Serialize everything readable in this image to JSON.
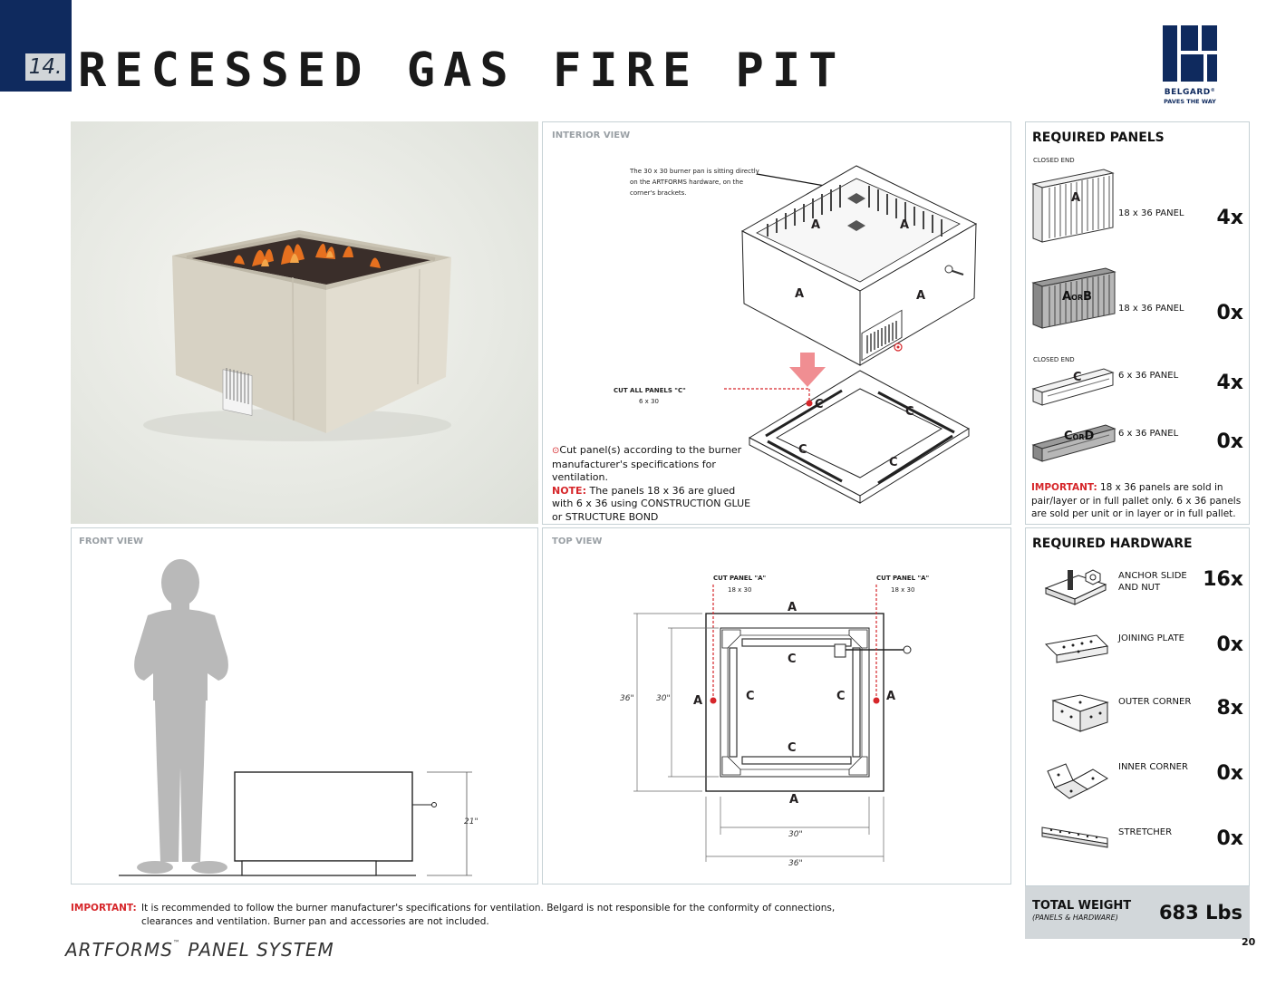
{
  "header": {
    "page_number_label": "14.",
    "title": "RECESSED GAS FIRE PIT"
  },
  "brand": {
    "name": "BELGARD",
    "tagline": "PAVES THE WAY",
    "trademark": "®",
    "color": "#0f2a5e"
  },
  "interior_view": {
    "label": "INTERIOR VIEW",
    "callout": "The 30 x 30 burner pan is sitting directly on the ARTFORMS hardware, on the corner's brackets.",
    "cut_label": "CUT ALL PANELS \"C\"",
    "cut_dims": "6 x 30",
    "vent_note": "Cut panel(s) according to the burner manufacturer's specifications for ventilation.",
    "note_prefix": "NOTE:",
    "note_text": "The panels 18 x 36 are glued with 6 x 36 using CONSTRUCTION GLUE or STRUCTURE BOND",
    "letters": [
      "A",
      "A",
      "A",
      "A",
      "C",
      "C",
      "C",
      "C"
    ]
  },
  "front_view": {
    "label": "FRONT VIEW",
    "height_dim": "21\""
  },
  "top_view": {
    "label": "TOP VIEW",
    "cut_left_label": "CUT PANEL \"A\"",
    "cut_left_dims": "18 x 30",
    "cut_right_label": "CUT PANEL \"A\"",
    "cut_right_dims": "18 x 30",
    "dim_36_vertical": "36\"",
    "dim_30_vertical": "30\"",
    "dim_30_horizontal": "30\"",
    "dim_36_horizontal": "36\"",
    "letter_a": "A",
    "letter_c": "C"
  },
  "required_panels": {
    "heading": "REQUIRED PANELS",
    "items": [
      {
        "tag": "CLOSED END",
        "letters": "A",
        "desc": "18 x 36 PANEL",
        "qty": "4x"
      },
      {
        "tag": "",
        "letters": "A OR B",
        "letter_1": "A",
        "letter_or": "OR",
        "letter_2": "B",
        "desc": "18 x 36 PANEL",
        "qty": "0x"
      },
      {
        "tag": "CLOSED END",
        "letters": "C",
        "desc": "6 x 36 PANEL",
        "qty": "4x"
      },
      {
        "tag": "",
        "letters": "C OR D",
        "letter_1": "C",
        "letter_or": "OR",
        "letter_2": "D",
        "desc": "6 x 36 PANEL",
        "qty": "0x"
      }
    ],
    "important_label": "IMPORTANT:",
    "important_text": "18 x 36 panels are sold in pair/layer or in full pallet only. 6 x 36 panels are sold per unit or in layer or in full pallet."
  },
  "required_hardware": {
    "heading": "REQUIRED HARDWARE",
    "items": [
      {
        "icon": "anchor-slide-icon",
        "name_line1": "ANCHOR SLIDE",
        "name_line2": "AND NUT",
        "qty": "16x"
      },
      {
        "icon": "joining-plate-icon",
        "name_line1": "JOINING PLATE",
        "name_line2": "",
        "qty": "0x"
      },
      {
        "icon": "outer-corner-icon",
        "name_line1": "OUTER CORNER",
        "name_line2": "",
        "qty": "8x"
      },
      {
        "icon": "inner-corner-icon",
        "name_line1": "INNER CORNER",
        "name_line2": "",
        "qty": "0x"
      },
      {
        "icon": "stretcher-icon",
        "name_line1": "STRETCHER",
        "name_line2": "",
        "qty": "0x"
      }
    ]
  },
  "total": {
    "label": "TOTAL WEIGHT",
    "sublabel": "(PANELS & HARDWARE)",
    "value": "683 Lbs"
  },
  "footer": {
    "important_label": "IMPORTANT:",
    "important_line1": "It is recommended to follow the burner manufacturer's specifications for ventilation. Belgard is not responsible for the conformity of connections,",
    "important_line2": "clearances and ventilation. Burner pan and accessories are not included.",
    "system_name": "ARTFORMS",
    "system_tm": "™",
    "system_suffix": " PANEL SYSTEM",
    "page": "20"
  }
}
